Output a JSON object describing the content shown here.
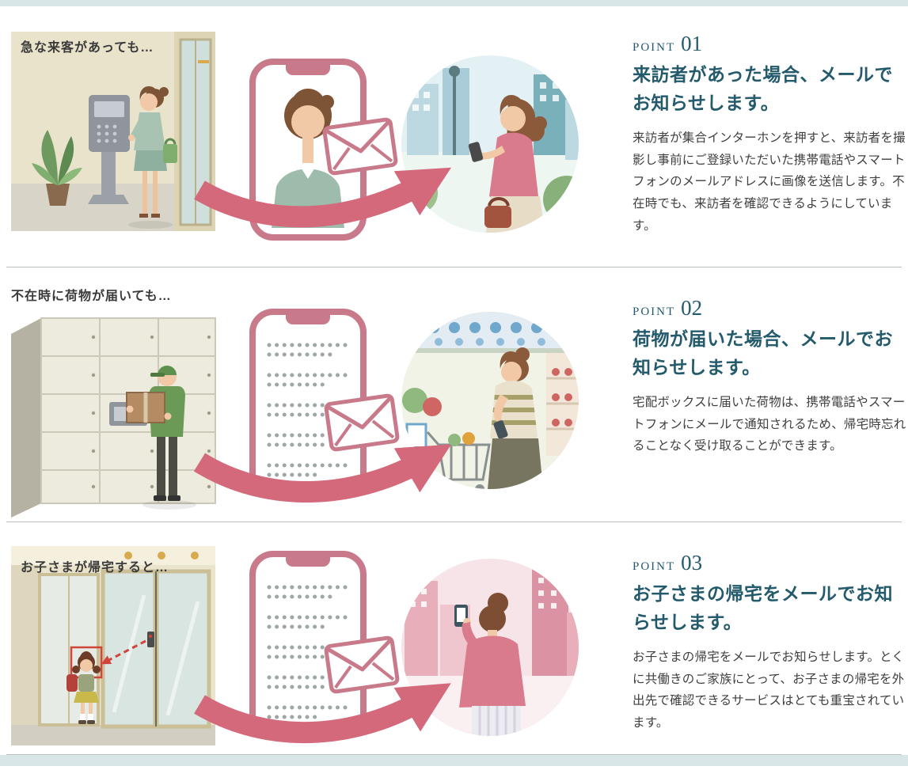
{
  "page": {
    "background": "#ffffff",
    "accent_band_color": "#d8e6e8",
    "heading_color": "#235a6c",
    "arrow_color": "#d4697c",
    "phone_frame_color": "#c8798a",
    "divider_color": "#b9c0c0"
  },
  "sections": [
    {
      "point_label": "POINT",
      "point_number": "01",
      "caption": "急な来客があっても…",
      "heading": "来訪者があった場合、メールでお知らせします。",
      "body": "来訪者が集合インターホンを押すと、来訪者を撮影し事前にご登録いただいた携帯電話やスマートフォンのメールアドレスに画像を送信します。不在時でも、来訪者を確認できるようにしています。",
      "icons": [
        "smartphone-icon",
        "envelope-icon",
        "flow-arrow-icon"
      ]
    },
    {
      "point_label": "POINT",
      "point_number": "02",
      "caption": "不在時に荷物が届いても…",
      "heading": "荷物が届いた場合、メールでお知らせします。",
      "body": "宅配ボックスに届いた荷物は、携帯電話やスマートフォンにメールで通知されるため、帰宅時忘れることなく受け取ることができます。",
      "icons": [
        "smartphone-icon",
        "envelope-icon",
        "flow-arrow-icon"
      ]
    },
    {
      "point_label": "POINT",
      "point_number": "03",
      "caption": "お子さまが帰宅すると…",
      "heading": "お子さまの帰宅をメールでお知らせします。",
      "body": "お子さまの帰宅をメールでお知らせします。とくに共働きのご家族にとって、お子さまの帰宅を外出先で確認できるサービスはとても重宝されています。",
      "icons": [
        "smartphone-icon",
        "envelope-icon",
        "flow-arrow-icon"
      ]
    }
  ]
}
